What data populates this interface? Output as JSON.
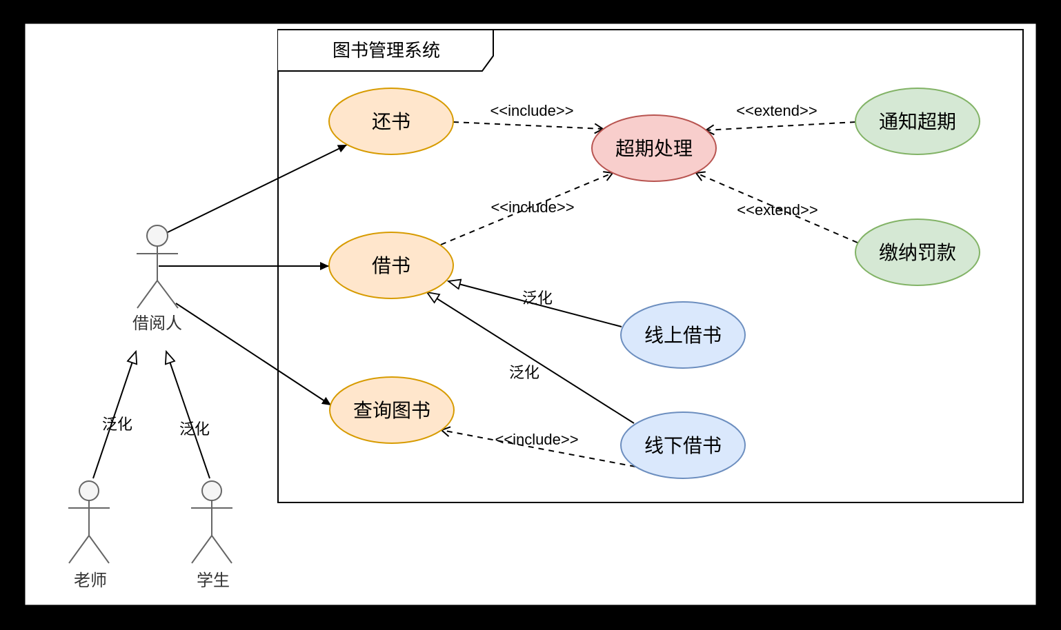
{
  "system": {
    "title": "图书管理系统"
  },
  "colors": {
    "background": "#000000",
    "canvas": "#ffffff",
    "boundary_stroke": "#000000",
    "actor_stroke": "#666666",
    "actor_head_fill": "#f5f5f5",
    "actor_label": "#333333",
    "edge": "#000000"
  },
  "actors": {
    "borrower": {
      "label": "借阅人"
    },
    "teacher": {
      "label": "老师"
    },
    "student": {
      "label": "学生"
    }
  },
  "use_cases": {
    "return_book": {
      "label": "还书",
      "fill": "#ffe6cc",
      "stroke": "#d79b00"
    },
    "borrow_book": {
      "label": "借书",
      "fill": "#ffe6cc",
      "stroke": "#d79b00"
    },
    "search_books": {
      "label": "查询图书",
      "fill": "#ffe6cc",
      "stroke": "#d79b00"
    },
    "overdue_handling": {
      "label": "超期处理",
      "fill": "#f8cecc",
      "stroke": "#b85450"
    },
    "notify_overdue": {
      "label": "通知超期",
      "fill": "#d5e8d4",
      "stroke": "#82b366"
    },
    "pay_fine": {
      "label": "缴纳罚款",
      "fill": "#d5e8d4",
      "stroke": "#82b366"
    },
    "online_borrow": {
      "label": "线上借书",
      "fill": "#dae8fc",
      "stroke": "#6c8ebf"
    },
    "offline_borrow": {
      "label": "线下借书",
      "fill": "#dae8fc",
      "stroke": "#6c8ebf"
    }
  },
  "edge_labels": {
    "include_return_overdue": "<<include>>",
    "include_borrow_overdue": "<<include>>",
    "extend_notify_overdue": "<<extend>>",
    "extend_fine_overdue": "<<extend>>",
    "gen_online_borrow": "泛化",
    "gen_offline_borrow": "泛化",
    "include_offline_search": "<<include>>",
    "gen_teacher_borrower": "泛化",
    "gen_student_borrower": "泛化"
  }
}
